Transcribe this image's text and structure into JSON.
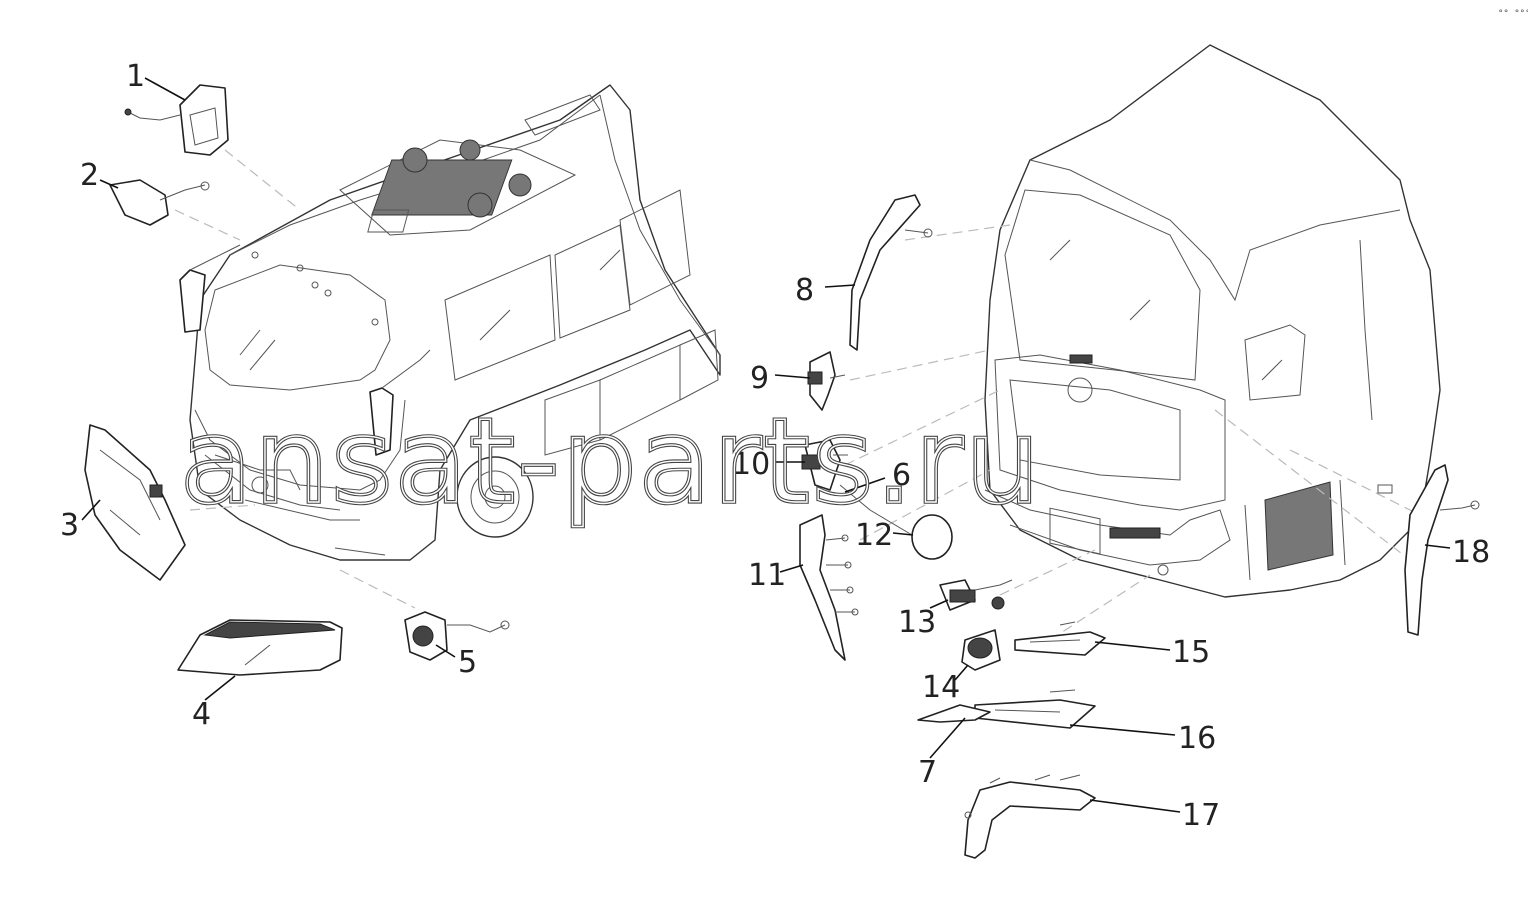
{
  "callouts": [
    "1",
    "2",
    "3",
    "4",
    "5",
    "6",
    "7",
    "8",
    "9",
    "10",
    "11",
    "12",
    "13",
    "14",
    "15",
    "16",
    "17",
    "18"
  ],
  "watermark": "ansat-parts.ru",
  "corner_mark": "°° °°°",
  "colors": {
    "line": "#333333",
    "background": "#ffffff",
    "watermark_outline": "#444444"
  }
}
